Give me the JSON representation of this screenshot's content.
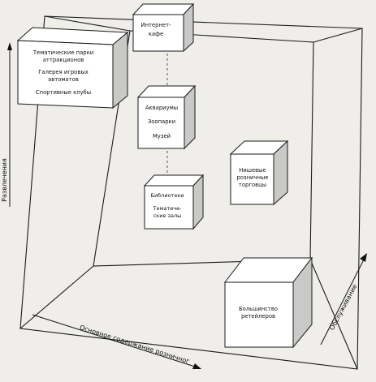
{
  "axes": {
    "vertical": "Развлечения",
    "horizontal": "Основное содержание розничног",
    "depth": "Обслуживание"
  },
  "boxes": {
    "internet_cafe": [
      "Интернет-",
      "кафе"
    ],
    "theme_parks": [
      "Тематические парки",
      "аттракционов",
      "",
      "Галерея игровых",
      "автоматов",
      "",
      "Спортивные клубы"
    ],
    "aquariums": [
      "Аквариумы",
      "",
      "Зоопарки",
      "",
      "Музей"
    ],
    "libraries": [
      "Библиотеки",
      "",
      "Тематиче-",
      "ские залы"
    ],
    "niche_retail": [
      "Нишевые",
      "розничные",
      "торговцы"
    ],
    "most_retailers": [
      "Большинство",
      "ретейлеров"
    ]
  }
}
